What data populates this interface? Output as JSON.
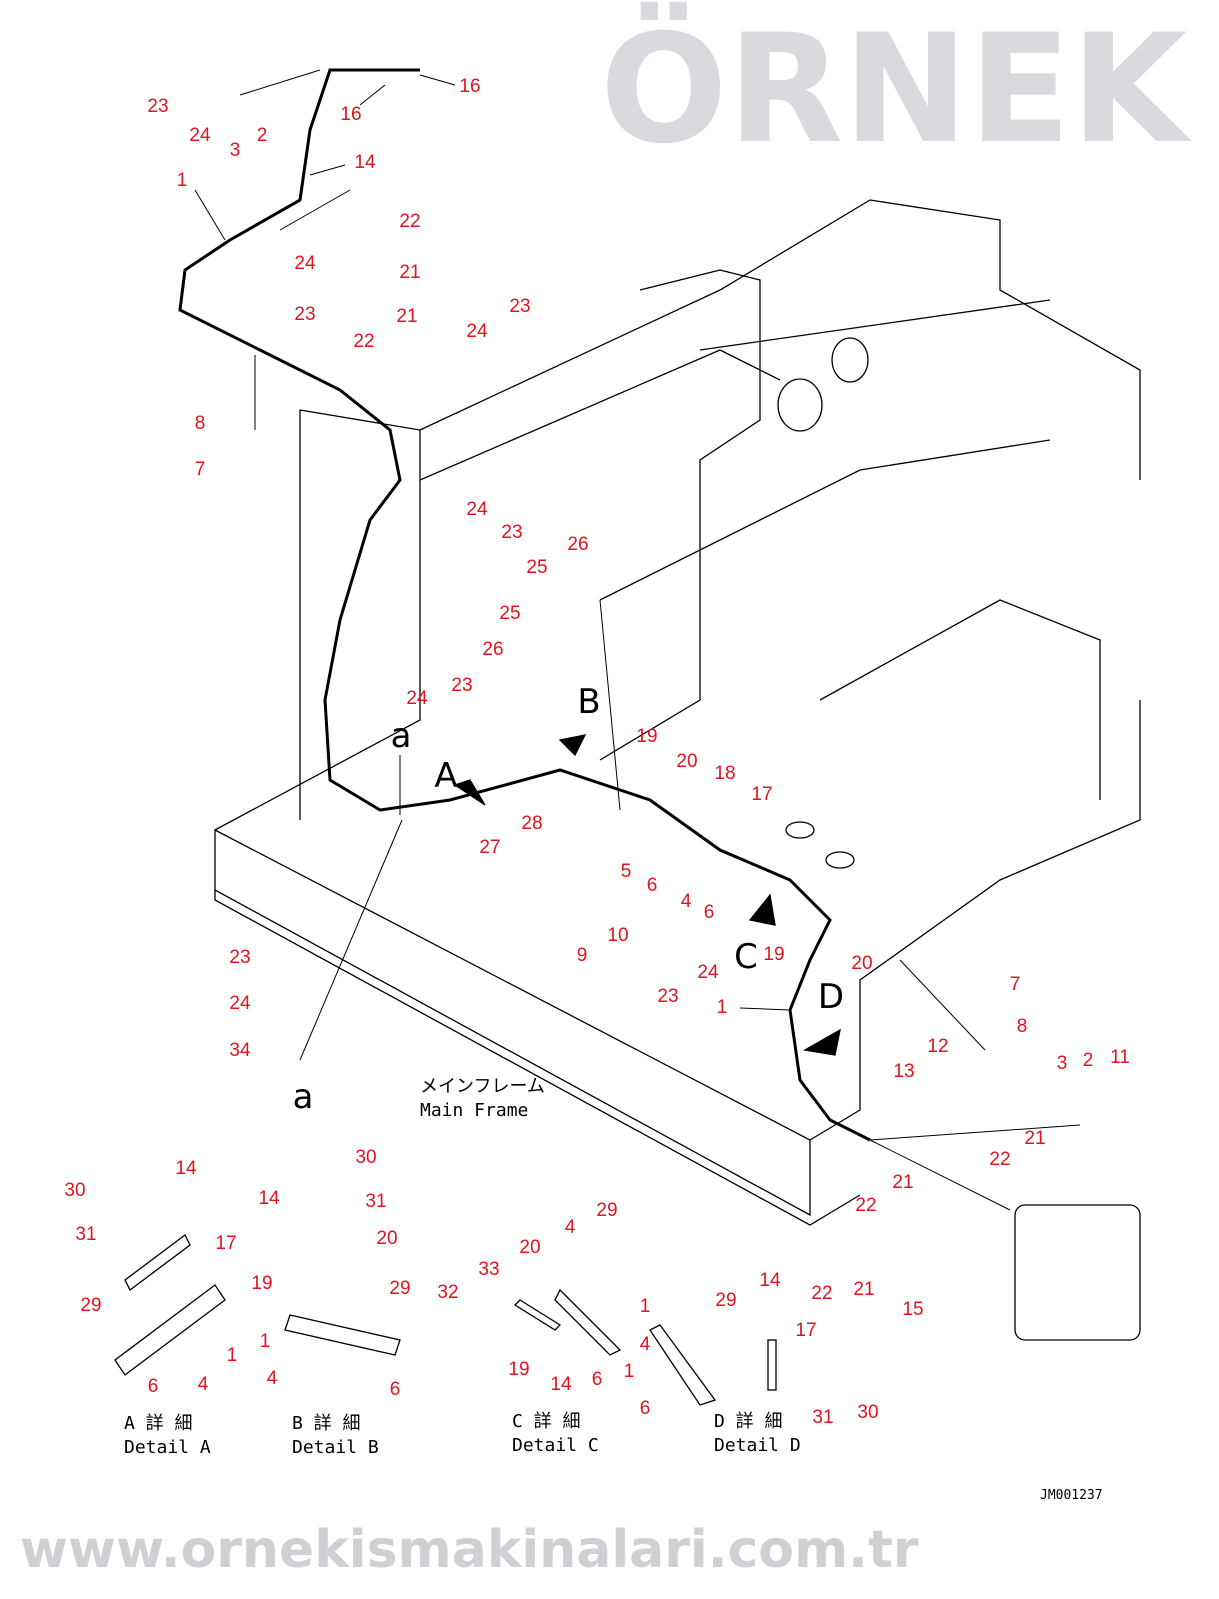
{
  "watermark": {
    "brand": "ÖRNEK",
    "url": "www.ornekismakinalari.com.tr"
  },
  "main_frame": {
    "ja": "メインフレーム",
    "en": "Main Frame"
  },
  "details": [
    {
      "ja": "A 詳 細",
      "en": "Detail A"
    },
    {
      "ja": "B 詳 細",
      "en": "Detail B"
    },
    {
      "ja": "C 詳 細",
      "en": "Detail C"
    },
    {
      "ja": "D 詳 細",
      "en": "Detail D"
    }
  ],
  "drawing_code": "JM001237",
  "view_letters": [
    "a",
    "A",
    "B",
    "C",
    "D",
    "a"
  ],
  "callouts": [
    "23",
    "24",
    "3",
    "2",
    "16",
    "16",
    "14",
    "1",
    "22",
    "24",
    "21",
    "23",
    "23",
    "21",
    "22",
    "24",
    "8",
    "7",
    "24",
    "23",
    "26",
    "25",
    "25",
    "26",
    "23",
    "24",
    "19",
    "20",
    "18",
    "17",
    "28",
    "27",
    "5",
    "6",
    "4",
    "6",
    "10",
    "9",
    "24",
    "23",
    "19",
    "20",
    "1",
    "7",
    "8",
    "12",
    "13",
    "3",
    "2",
    "11",
    "21",
    "22",
    "21",
    "22",
    "22",
    "21",
    "15",
    "23",
    "24",
    "34",
    "30",
    "14",
    "31",
    "17",
    "29",
    "1",
    "6",
    "4",
    "30",
    "14",
    "31",
    "20",
    "19",
    "29",
    "1",
    "4",
    "6",
    "29",
    "4",
    "20",
    "33",
    "32",
    "1",
    "4",
    "19",
    "14",
    "6",
    "1",
    "14",
    "29",
    "17",
    "6",
    "31",
    "30"
  ],
  "colors": {
    "callout": "#e0141e",
    "line": "#000000",
    "watermark": "#d9d9de"
  }
}
